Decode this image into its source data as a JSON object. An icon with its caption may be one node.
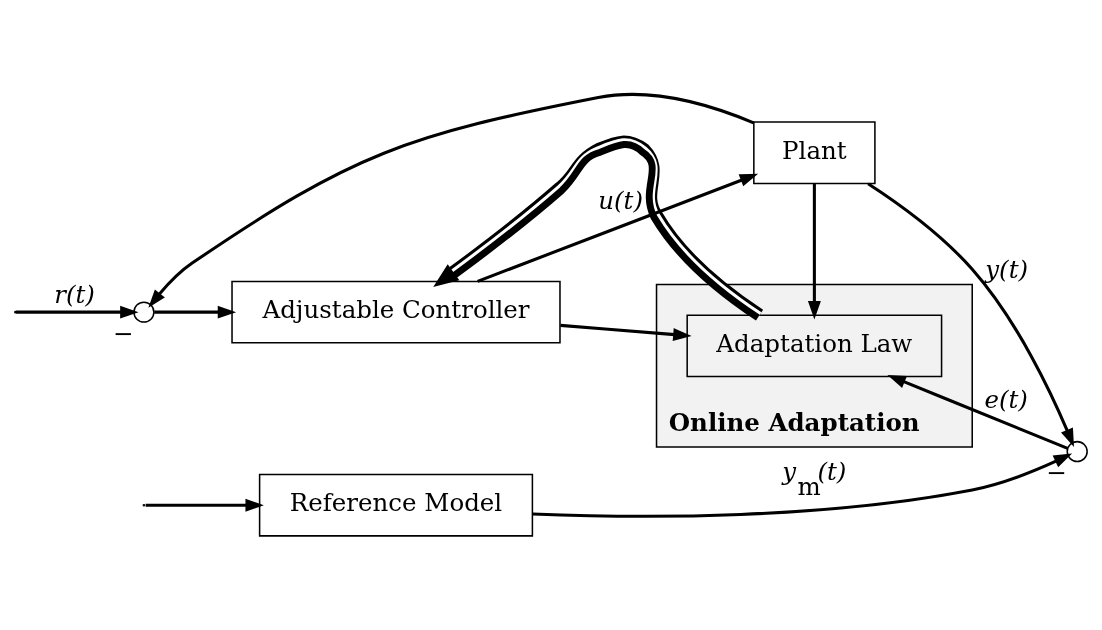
{
  "diagram": {
    "nodes": [
      {
        "text": [
          "Online Adaptation"
        ]
      },
      {
        "text": [
          "Adaptation Law"
        ],
        "in": 0
      },
      {
        "text": [
          "Adjustable Controller"
        ]
      },
      {
        "text": [
          "Plant"
        ]
      },
      {
        "text": [
          "Reference Model"
        ]
      },
      {
        "text": [],
        "shape": "circle",
        "beside": [
          "−"
        ]
      },
      {
        "text": [],
        "shape": "circle",
        "beside": [
          "−"
        ]
      }
    ],
    "edges": [
      {
        "from": null,
        "to": 5,
        "arrow": "to",
        "label": "r(t)"
      },
      {
        "from": null,
        "to": 4,
        "arrow": "to"
      },
      {
        "from": 5,
        "to": 2,
        "arrow": "to"
      },
      {
        "from": 2,
        "to": 3,
        "arrow": "to",
        "label": "u(t)"
      },
      {
        "from": 2,
        "to": 1,
        "arrow": "to"
      },
      {
        "from": 3,
        "to": 6,
        "arrow": "to",
        "label": "y(t)"
      },
      {
        "from": 3,
        "to": 1,
        "arrow": "to"
      },
      {
        "from": 3,
        "to": 5,
        "arrow": "to"
      },
      {
        "from": 4,
        "to": 6,
        "arrow": "to",
        "label": "y$_{m}$(t)"
      },
      {
        "from": 6,
        "to": 1,
        "arrow": "to",
        "label": "e(t)"
      },
      {
        "from": 1,
        "to": 2,
        "arrow": "to",
        "style": "thick"
      }
    ]
  }
}
